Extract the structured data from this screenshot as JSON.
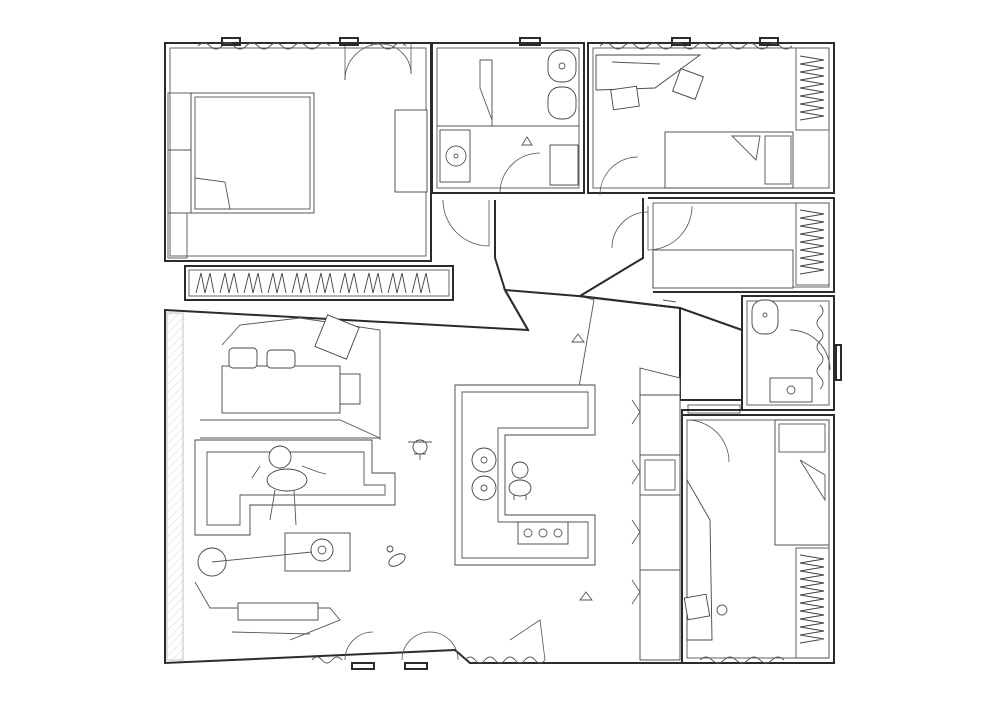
{
  "drawing": {
    "kind": "architectural floor plan",
    "line_color": "#2b2b2b",
    "background": "#ffffff",
    "rooms": [
      {
        "id": "bedroom-master"
      },
      {
        "id": "bathroom-main"
      },
      {
        "id": "bedroom-study"
      },
      {
        "id": "bedroom-small"
      },
      {
        "id": "bathroom-ensuite"
      },
      {
        "id": "bedroom-corner"
      },
      {
        "id": "living-kitchen"
      }
    ],
    "icons": [
      "bed-icon",
      "toilet-icon",
      "sink-icon",
      "shower-icon",
      "cooktop-icon",
      "person-icon",
      "dog-icon",
      "chair-icon",
      "lamp-icon",
      "wardrobe-icon",
      "door-swing-icon",
      "curtain-icon"
    ]
  }
}
